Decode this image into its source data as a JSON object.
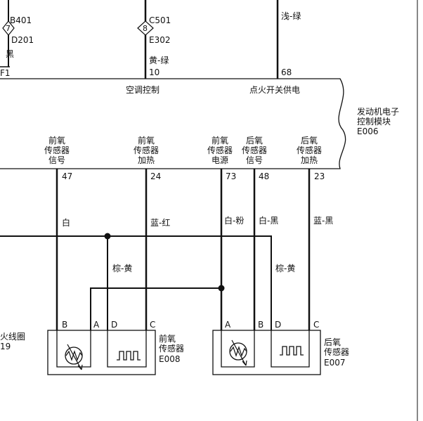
{
  "top": {
    "left_connector": {
      "upper": "B401",
      "lower": "D201",
      "pin": "7"
    },
    "mid_connector": {
      "upper": "C501",
      "lower": "E302",
      "pin": "8"
    },
    "wire_black": "黑",
    "ground_label": "F1",
    "wire_yellow_green": "黄-绿",
    "pin_10": "10",
    "wire_lightgreen": "浅-绿",
    "pin_68": "68",
    "ac_control": "空调控制",
    "ign_supply": "点火开关供电"
  },
  "ecu": {
    "name_line1": "发动机电子",
    "name_line2": "控制模块",
    "code": "E006",
    "front_signal": [
      "前氧",
      "传感器",
      "信号"
    ],
    "front_heat": [
      "前氧",
      "传感器",
      "加热"
    ],
    "rear_power": [
      "前氧",
      "传感器",
      "电源"
    ],
    "rear_signal": [
      "后氧",
      "传感器",
      "信号"
    ],
    "rear_heat": [
      "后氧",
      "传感器",
      "加热"
    ],
    "pins": {
      "p47": "47",
      "p24": "24",
      "p73": "73",
      "p48": "48",
      "p23": "23"
    }
  },
  "wires": {
    "white": "白",
    "blue_red": "蓝-红",
    "white_pink": "白-粉",
    "white_black": "白-黑",
    "blue_black": "蓝-黑",
    "brown_yellow": "棕-黄"
  },
  "left_fragment": {
    "line1": "火线圈",
    "line2": "19"
  },
  "front_sensor": {
    "pins": {
      "b": "B",
      "a": "A",
      "d": "D",
      "c": "C"
    },
    "name": [
      "前氧",
      "传感器"
    ],
    "code": "E008"
  },
  "rear_sensor": {
    "pins": {
      "a": "A",
      "b": "B",
      "d": "D",
      "c": "C"
    },
    "name": [
      "后氧",
      "传感器"
    ],
    "code": "E007"
  }
}
